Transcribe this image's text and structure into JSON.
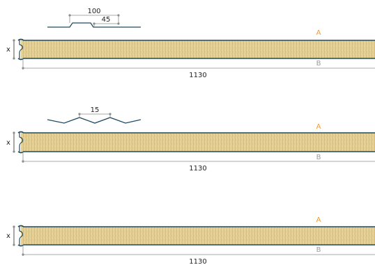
{
  "diagram": {
    "panels": [
      {
        "id": "panel-1",
        "profile": "trapezoidal",
        "profile_dims": [
          "100",
          "45"
        ],
        "thickness_label": "x",
        "face_a_label": "A",
        "face_b_label": "B",
        "width_label": "1130"
      },
      {
        "id": "panel-2",
        "profile": "micro-rib",
        "profile_dims": [
          "15"
        ],
        "thickness_label": "x",
        "face_a_label": "A",
        "face_b_label": "B",
        "width_label": "1130"
      },
      {
        "id": "panel-3",
        "profile": "flat",
        "profile_dims": [],
        "thickness_label": "x",
        "face_a_label": "A",
        "face_b_label": "B",
        "width_label": "1130"
      }
    ],
    "colors": {
      "steel_edge": "#1f4a5e",
      "insulation_fill": "#ead59b",
      "insulation_fiber": "#c6a868",
      "face_a_label": "#f39a2e",
      "face_b_label": "#9a9a9a",
      "dimension_line": "#8c8c8c",
      "text": "#222222"
    }
  }
}
